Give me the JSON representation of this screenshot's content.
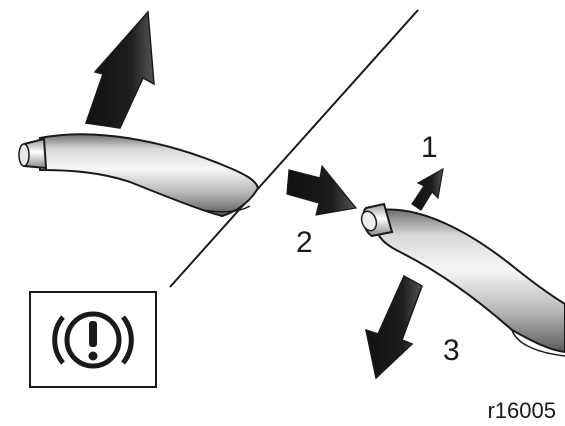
{
  "figure": {
    "step_labels": {
      "step1": "1",
      "step2": "2",
      "step3": "3"
    },
    "reference_code": "r16005",
    "warning_icon": "parking-brake-warning-icon",
    "colors": {
      "ink": "#1a1a1a",
      "lever_light": "#f2f2f2",
      "lever_mid": "#b5b5b5",
      "lever_dark": "#6e6e6e"
    }
  }
}
